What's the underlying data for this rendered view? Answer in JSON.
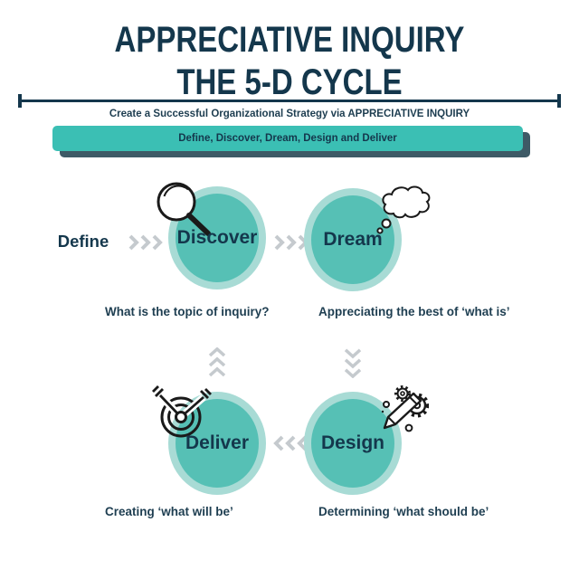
{
  "header": {
    "title_line1": "APPRECIATIVE INQUIRY",
    "title_line2": "THE 5-D CYCLE",
    "subtitle": "Create a Successful Organizational Strategy via APPRECIATIVE INQUIRY",
    "banner_label": "Define, Discover, Dream, Design and Deliver"
  },
  "cycle": {
    "define": {
      "label": "Define"
    },
    "discover": {
      "label": "Discover",
      "caption": "What is the topic of inquiry?",
      "icon": "magnifier-icon"
    },
    "dream": {
      "label": "Dream",
      "caption": "Appreciating the best of ‘what is’",
      "icon": "thought-cloud-icon"
    },
    "design": {
      "label": "Design",
      "caption": "Determining ‘what should be’",
      "icon": "pencil-gears-icon"
    },
    "deliver": {
      "label": "Deliver",
      "caption": "Creating ‘what will be’",
      "icon": "target-dart-icon"
    }
  },
  "colors": {
    "navy_text": "#14374C",
    "banner_teal": "#3BBFB4",
    "banner_shadow": "#3E5A66",
    "circle_ring": "#A8DBD5",
    "circle_fill": "#56C0B5",
    "arrow_gray": "#C5CACE",
    "icon_stroke": "#1A1A1A"
  }
}
